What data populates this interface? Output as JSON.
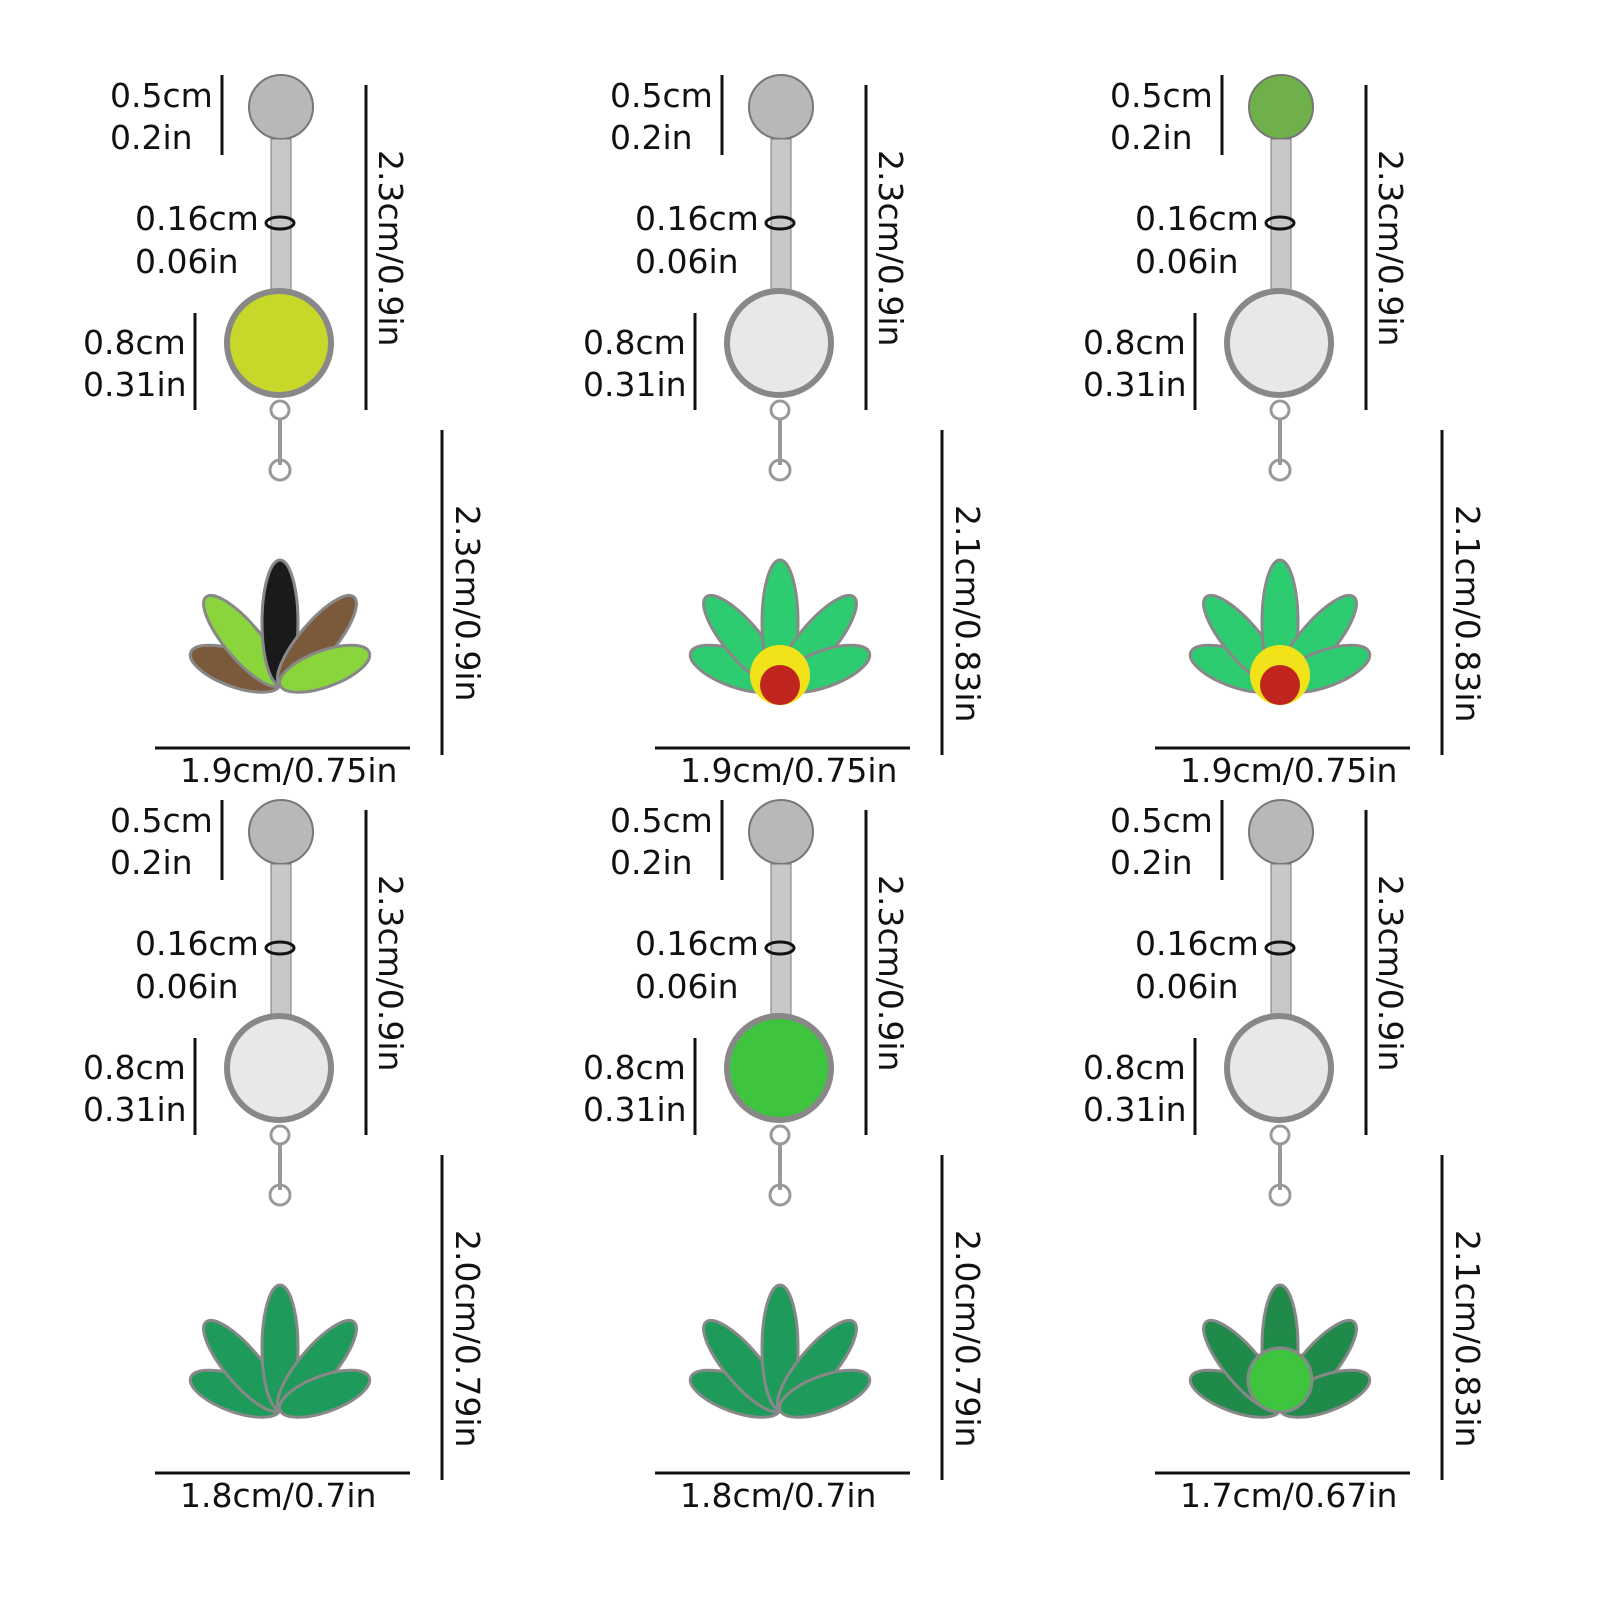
{
  "items": [
    {
      "ball": "0.5cm",
      "ball_in": "0.2in",
      "gauge": "0.16cm",
      "gauge_in": "0.06in",
      "gem": "0.8cm",
      "gem_in": "0.31in",
      "bar_len": "2.3cm/0.9in",
      "charm_h": "2.3cm/0.9in",
      "charm_w": "1.9cm/0.75in",
      "gem_color": "#c8d82a",
      "ball_color": "#b8b8b8",
      "leaf_style": "camo",
      "leaf_colors": [
        "#7a5a3a",
        "#8ad43c",
        "#1a1a1a"
      ]
    },
    {
      "ball": "0.5cm",
      "ball_in": "0.2in",
      "gauge": "0.16cm",
      "gauge_in": "0.06in",
      "gem": "0.8cm",
      "gem_in": "0.31in",
      "bar_len": "2.3cm/0.9in",
      "charm_h": "2.1cm/0.83in",
      "charm_w": "1.9cm/0.75in",
      "gem_color": "#e8e8e8",
      "ball_color": "#b8b8b8",
      "leaf_style": "rasta",
      "leaf_colors": [
        "#2ecc71",
        "#f2e21a",
        "#c0241f"
      ]
    },
    {
      "ball": "0.5cm",
      "ball_in": "0.2in",
      "gauge": "0.16cm",
      "gauge_in": "0.06in",
      "gem": "0.8cm",
      "gem_in": "0.31in",
      "bar_len": "2.3cm/0.9in",
      "charm_h": "2.1cm/0.83in",
      "charm_w": "1.9cm/0.75in",
      "gem_color": "#e8e8e8",
      "ball_color": "#6fb04a",
      "leaf_style": "rasta",
      "leaf_colors": [
        "#2ecc71",
        "#f2e21a",
        "#c0241f"
      ]
    },
    {
      "ball": "0.5cm",
      "ball_in": "0.2in",
      "gauge": "0.16cm",
      "gauge_in": "0.06in",
      "gem": "0.8cm",
      "gem_in": "0.31in",
      "bar_len": "2.3cm/0.9in",
      "charm_h": "2.0cm/0.79in",
      "charm_w": "1.8cm/0.7in",
      "gem_color": "#e8e8e8",
      "ball_color": "#b8b8b8",
      "leaf_style": "green",
      "leaf_colors": [
        "#1e9a5a"
      ]
    },
    {
      "ball": "0.5cm",
      "ball_in": "0.2in",
      "gauge": "0.16cm",
      "gauge_in": "0.06in",
      "gem": "0.8cm",
      "gem_in": "0.31in",
      "bar_len": "2.3cm/0.9in",
      "charm_h": "2.0cm/0.79in",
      "charm_w": "1.8cm/0.7in",
      "gem_color": "#3ec43e",
      "ball_color": "#b8b8b8",
      "leaf_style": "green",
      "leaf_colors": [
        "#1e9a5a"
      ]
    },
    {
      "ball": "0.5cm",
      "ball_in": "0.2in",
      "gauge": "0.16cm",
      "gauge_in": "0.06in",
      "gem": "0.8cm",
      "gem_in": "0.31in",
      "bar_len": "2.3cm/0.9in",
      "charm_h": "2.1cm/0.83in",
      "charm_w": "1.7cm/0.67in",
      "gem_color": "#e8e8e8",
      "ball_color": "#b8b8b8",
      "leaf_style": "gem-leaf",
      "leaf_colors": [
        "#1f8a4a",
        "#3ec43e"
      ]
    }
  ]
}
